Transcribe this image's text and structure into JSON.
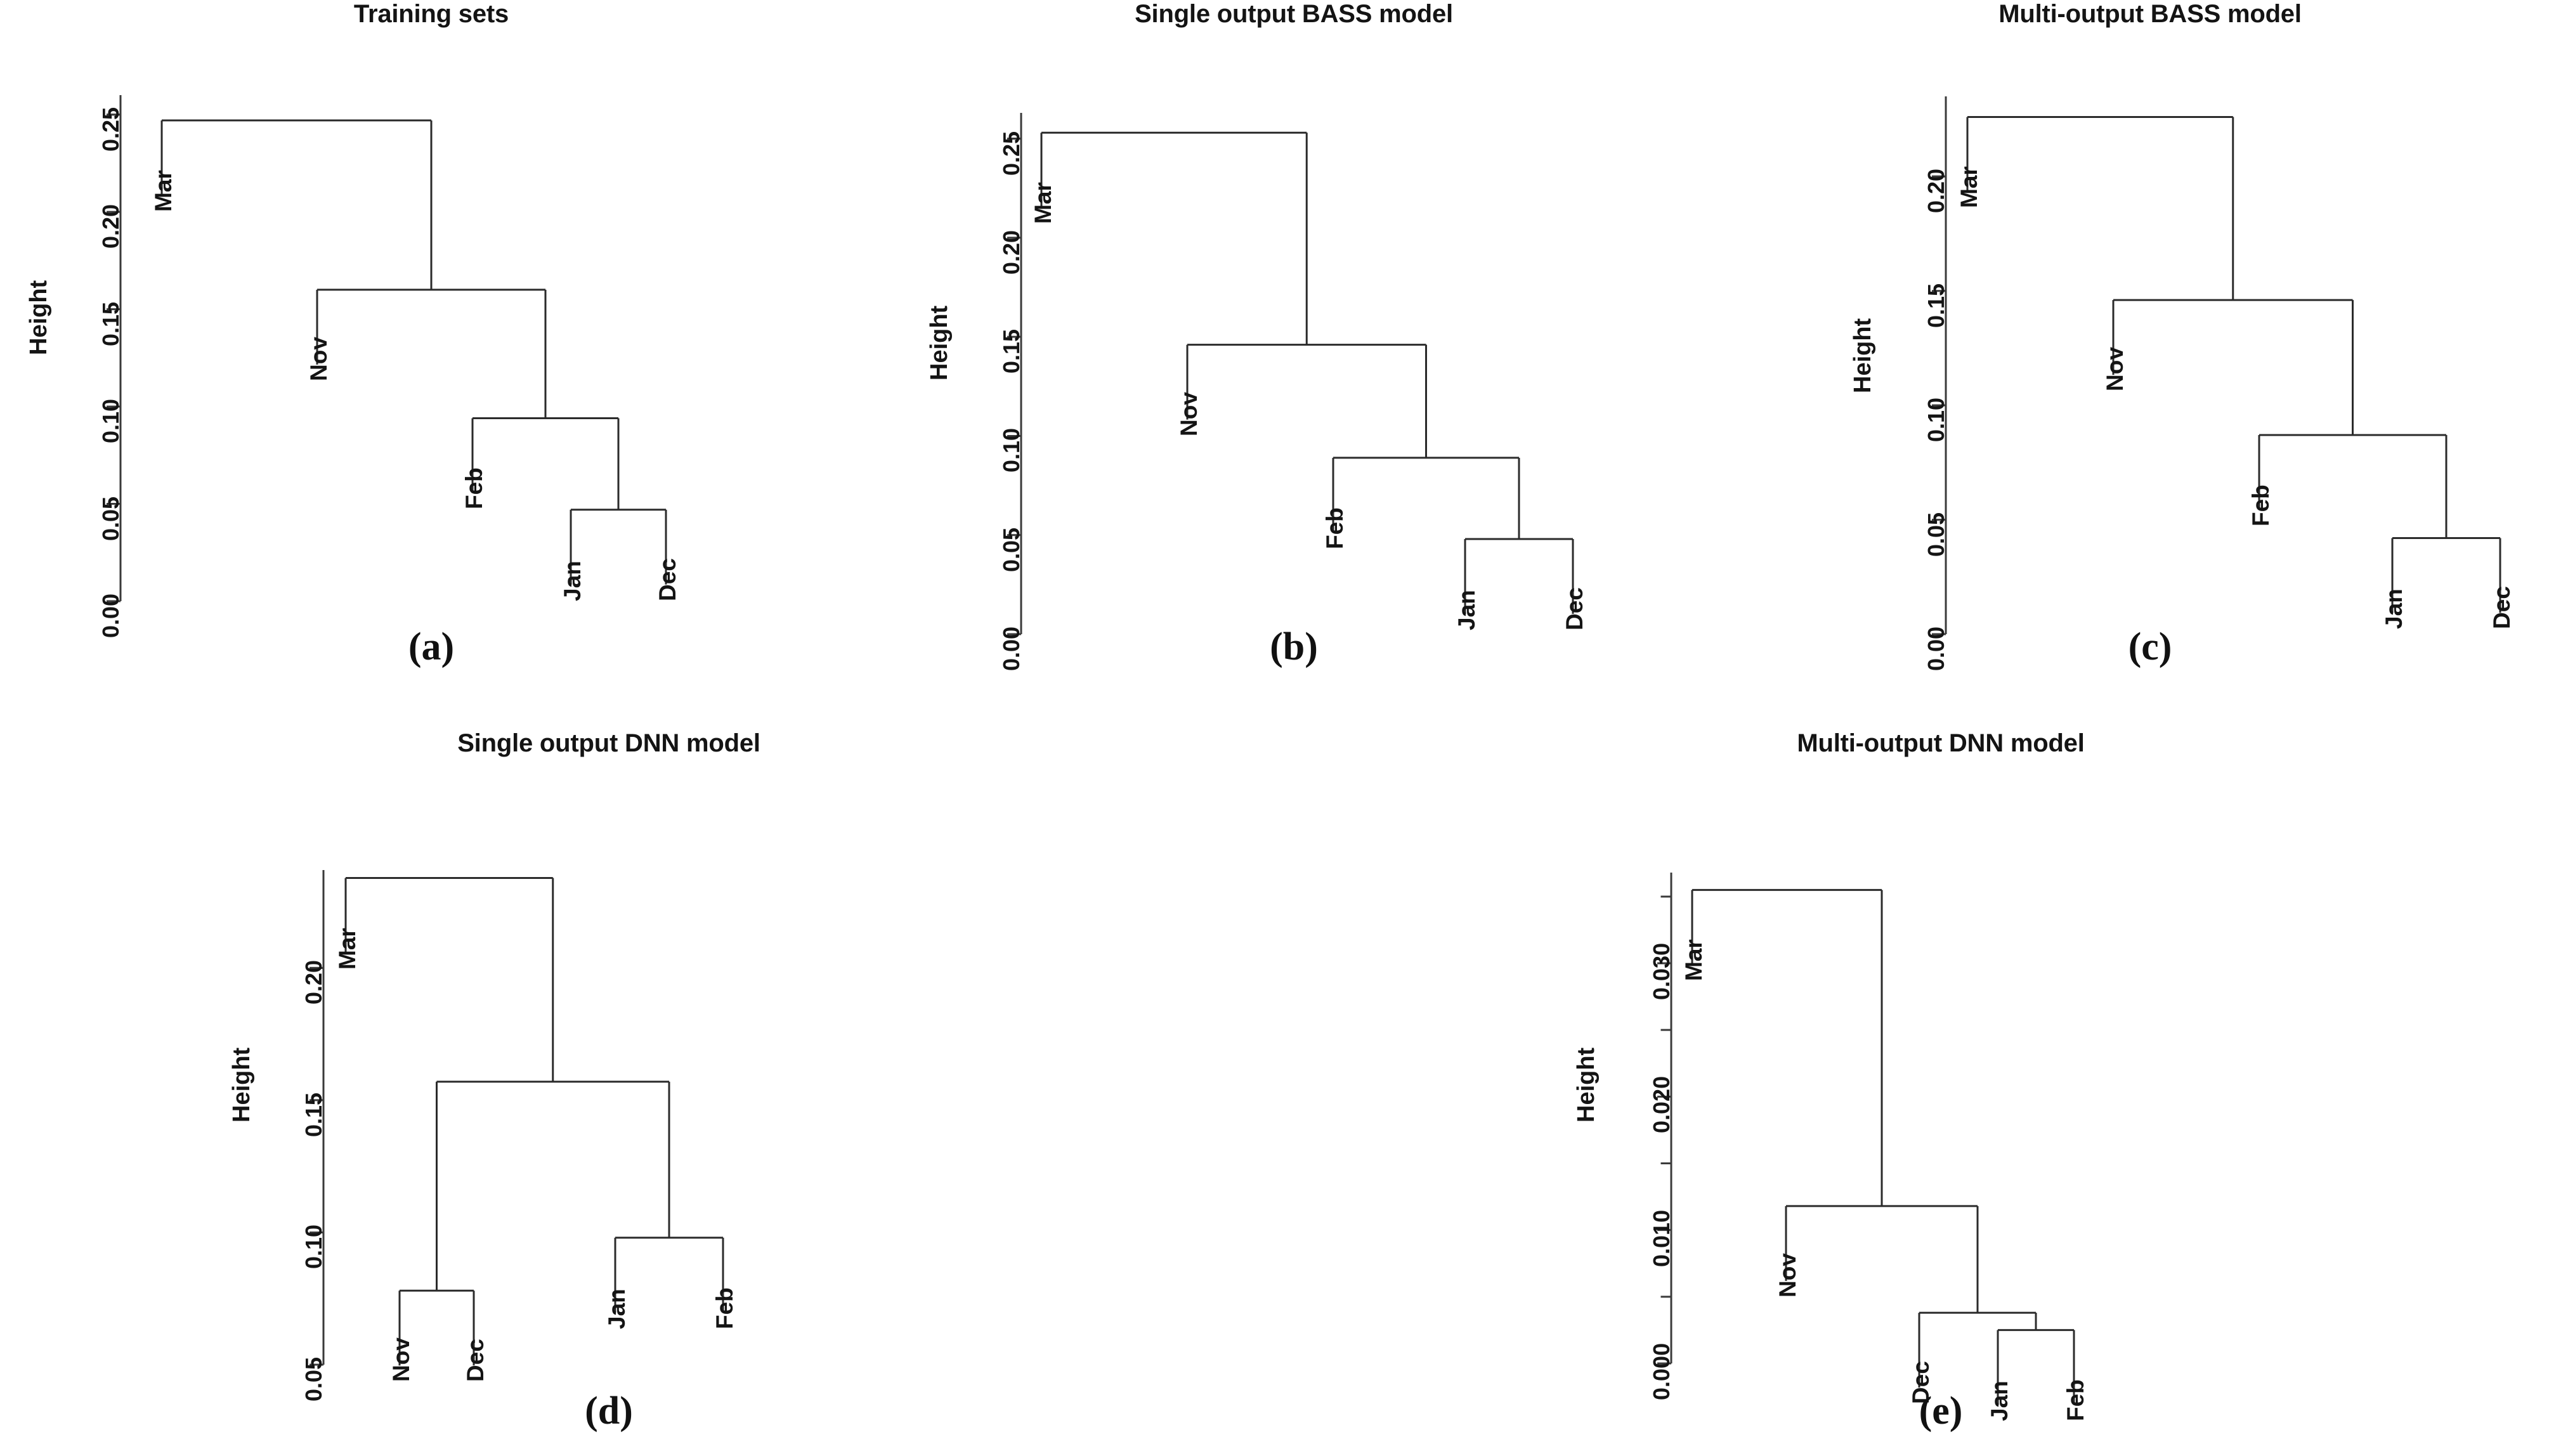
{
  "figure": {
    "background": "#ffffff",
    "line_color": "#2b2b2b",
    "text_color": "#141414",
    "axis_title": "Height"
  },
  "panels": [
    {
      "id": "a",
      "caption": "(a)",
      "title": "Training sets",
      "axis_title": "Height",
      "tick_labels": [
        "0.00",
        "0.05",
        "0.10",
        "0.15",
        "0.20",
        "0.25"
      ],
      "leaves": [
        "Mar",
        "Nov",
        "Feb",
        "Jan",
        "Dec"
      ]
    },
    {
      "id": "b",
      "caption": "(b)",
      "title": "Single output BASS model",
      "axis_title": "Height",
      "tick_labels": [
        "0.00",
        "0.05",
        "0.10",
        "0.15",
        "0.20",
        "0.25"
      ],
      "leaves": [
        "Mar",
        "Nov",
        "Feb",
        "Jan",
        "Dec"
      ]
    },
    {
      "id": "c",
      "caption": "(c)",
      "title": "Multi-output BASS model",
      "axis_title": "Height",
      "tick_labels": [
        "0.00",
        "0.05",
        "0.10",
        "0.15",
        "0.20"
      ],
      "leaves": [
        "Mar",
        "Nov",
        "Feb",
        "Jan",
        "Dec"
      ]
    },
    {
      "id": "d",
      "caption": "(d)",
      "title": "Single output DNN model",
      "axis_title": "Height",
      "tick_labels": [
        "0.05",
        "0.10",
        "0.15",
        "0.20"
      ],
      "leaves": [
        "Mar",
        "Nov",
        "Dec",
        "Jan",
        "Feb"
      ]
    },
    {
      "id": "e",
      "caption": "(e)",
      "title": "Multi-output DNN model",
      "axis_title": "Height",
      "tick_labels": [
        "0.000",
        "0.010",
        "0.020",
        "0.030"
      ],
      "leaves": [
        "Mar",
        "Nov",
        "Dec",
        "Jan",
        "Feb"
      ]
    }
  ],
  "chart_data": [
    {
      "type": "dendrogram",
      "panel": "a",
      "title": "Training sets",
      "xlabel": "",
      "ylabel": "Height",
      "ylim": [
        0.0,
        0.26
      ],
      "yticks": [
        0.0,
        0.05,
        0.1,
        0.15,
        0.2,
        0.25
      ],
      "ytick_labels": [
        "0.00",
        "0.05",
        "0.10",
        "0.15",
        "0.20",
        "0.25"
      ],
      "grid": false,
      "legend": "none",
      "leaf_order": [
        "Mar",
        "Nov",
        "Feb",
        "Jan",
        "Dec"
      ],
      "merges": [
        {
          "id": "m1",
          "children": [
            "Jan",
            "Dec"
          ],
          "height": 0.047
        },
        {
          "id": "m2",
          "children": [
            "Feb",
            "m1"
          ],
          "height": 0.094
        },
        {
          "id": "m3",
          "children": [
            "Nov",
            "m2"
          ],
          "height": 0.16
        },
        {
          "id": "m4",
          "children": [
            "Mar",
            "m3"
          ],
          "height": 0.247
        }
      ]
    },
    {
      "type": "dendrogram",
      "panel": "b",
      "title": "Single output BASS model",
      "xlabel": "",
      "ylabel": "Height",
      "ylim": [
        0.0,
        0.263
      ],
      "yticks": [
        0.0,
        0.05,
        0.1,
        0.15,
        0.2,
        0.25
      ],
      "ytick_labels": [
        "0.00",
        "0.05",
        "0.10",
        "0.15",
        "0.20",
        "0.25"
      ],
      "grid": false,
      "legend": "none",
      "leaf_order": [
        "Mar",
        "Nov",
        "Feb",
        "Jan",
        "Dec"
      ],
      "merges": [
        {
          "id": "m1",
          "children": [
            "Jan",
            "Dec"
          ],
          "height": 0.048
        },
        {
          "id": "m2",
          "children": [
            "Feb",
            "m1"
          ],
          "height": 0.089
        },
        {
          "id": "m3",
          "children": [
            "Nov",
            "m2"
          ],
          "height": 0.146
        },
        {
          "id": "m4",
          "children": [
            "Mar",
            "m3"
          ],
          "height": 0.253
        }
      ]
    },
    {
      "type": "dendrogram",
      "panel": "c",
      "title": "Multi-output BASS model",
      "xlabel": "",
      "ylabel": "Height",
      "ylim": [
        0.0,
        0.235
      ],
      "yticks": [
        0.0,
        0.05,
        0.1,
        0.15,
        0.2
      ],
      "ytick_labels": [
        "0.00",
        "0.05",
        "0.10",
        "0.15",
        "0.20"
      ],
      "grid": false,
      "legend": "none",
      "leaf_order": [
        "Mar",
        "Nov",
        "Feb",
        "Jan",
        "Dec"
      ],
      "merges": [
        {
          "id": "m1",
          "children": [
            "Jan",
            "Dec"
          ],
          "height": 0.042
        },
        {
          "id": "m2",
          "children": [
            "Feb",
            "m1"
          ],
          "height": 0.087
        },
        {
          "id": "m3",
          "children": [
            "Nov",
            "m2"
          ],
          "height": 0.146
        },
        {
          "id": "m4",
          "children": [
            "Mar",
            "m3"
          ],
          "height": 0.226
        }
      ]
    },
    {
      "type": "dendrogram",
      "panel": "d",
      "title": "Single output DNN model",
      "xlabel": "",
      "ylabel": "Height",
      "ylim": [
        0.05,
        0.237
      ],
      "yticks": [
        0.05,
        0.1,
        0.15,
        0.2
      ],
      "ytick_labels": [
        "0.05",
        "0.10",
        "0.15",
        "0.20"
      ],
      "grid": false,
      "legend": "none",
      "leaf_order": [
        "Mar",
        "Nov",
        "Dec",
        "Jan",
        "Feb"
      ],
      "merges": [
        {
          "id": "m1",
          "children": [
            "Nov",
            "Dec"
          ],
          "height": 0.078
        },
        {
          "id": "m2",
          "children": [
            "Jan",
            "Feb"
          ],
          "height": 0.098
        },
        {
          "id": "m3",
          "children": [
            "m1",
            "m2"
          ],
          "height": 0.157
        },
        {
          "id": "m4",
          "children": [
            "Mar",
            "m3"
          ],
          "height": 0.234
        }
      ]
    },
    {
      "type": "dendrogram",
      "panel": "e",
      "title": "Multi-output DNN model",
      "xlabel": "",
      "ylabel": "Height",
      "ylim": [
        0.0,
        0.0368
      ],
      "yticks": [
        0.0,
        0.01,
        0.02,
        0.03
      ],
      "ytick_labels": [
        "0.000",
        "0.010",
        "0.020",
        "0.030"
      ],
      "minor_yticks": [
        0.005,
        0.015,
        0.025,
        0.035
      ],
      "grid": false,
      "legend": "none",
      "leaf_order": [
        "Mar",
        "Nov",
        "Dec",
        "Jan",
        "Feb"
      ],
      "merges": [
        {
          "id": "m1",
          "children": [
            "Jan",
            "Feb"
          ],
          "height": 0.0025
        },
        {
          "id": "m2",
          "children": [
            "Dec",
            "m1"
          ],
          "height": 0.0038
        },
        {
          "id": "m3",
          "children": [
            "Nov",
            "m2"
          ],
          "height": 0.0118
        },
        {
          "id": "m4",
          "children": [
            "Mar",
            "m3"
          ],
          "height": 0.0355
        }
      ]
    }
  ]
}
